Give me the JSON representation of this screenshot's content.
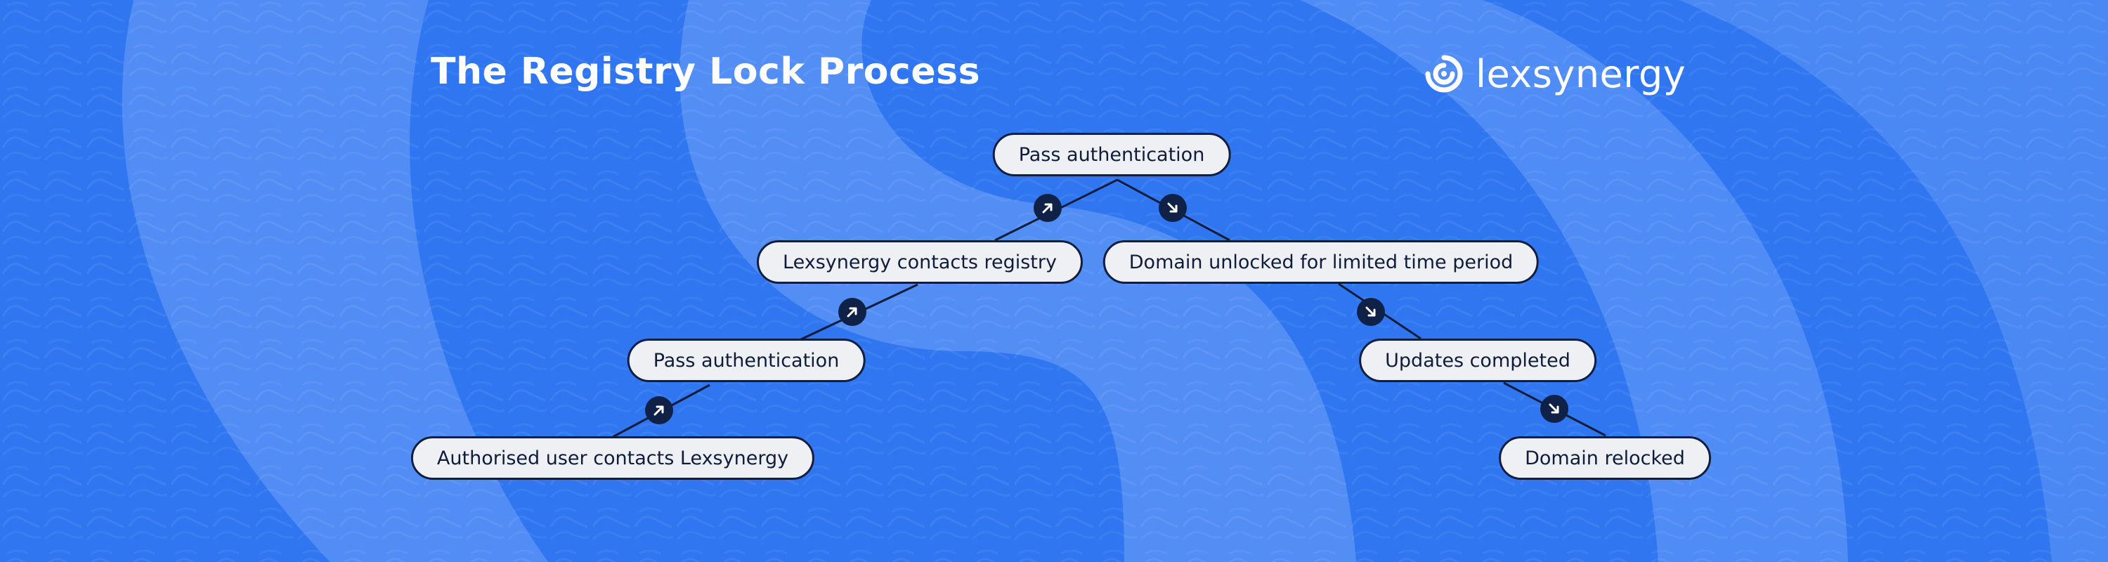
{
  "title": "The Registry Lock Process",
  "brand": {
    "name": "lexsynergy",
    "logo_icon": "swirl-logo-icon"
  },
  "colors": {
    "background": "#2f76f0",
    "background_light": "#5e96f7",
    "node_fill": "#eff0f4",
    "node_border": "#101f3f",
    "arrow_badge": "#0f2146",
    "text_light": "#ffffff"
  },
  "flow": {
    "steps": [
      {
        "label": "Authorised user contacts Lexsynergy"
      },
      {
        "label": "Pass authentication"
      },
      {
        "label": "Lexsynergy contacts registry"
      },
      {
        "label": "Pass authentication"
      },
      {
        "label": "Domain unlocked for limited time period"
      },
      {
        "label": "Updates completed"
      },
      {
        "label": "Domain relocked"
      }
    ],
    "connectors": [
      {
        "icon": "arrow-up-right-icon"
      },
      {
        "icon": "arrow-up-right-icon"
      },
      {
        "icon": "arrow-up-right-icon"
      },
      {
        "icon": "arrow-down-right-icon"
      },
      {
        "icon": "arrow-down-right-icon"
      },
      {
        "icon": "arrow-down-right-icon"
      }
    ]
  }
}
